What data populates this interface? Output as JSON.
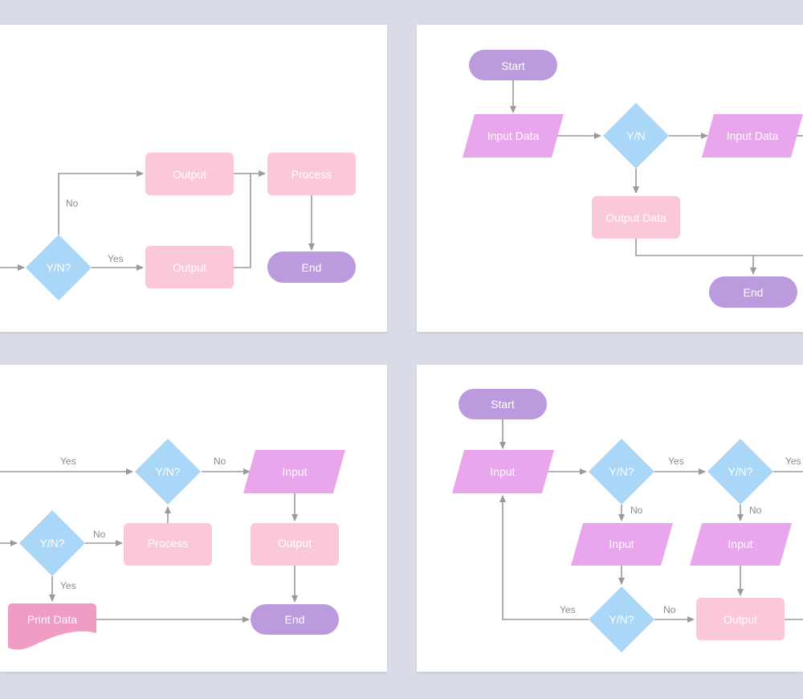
{
  "colors": {
    "background": "#d9dbe6",
    "panel": "#ffffff",
    "terminal": "#bb9ade",
    "process": "#fac8d8",
    "decision": "#aad6f8",
    "io": "#eaa6ec",
    "document": "#f09cc4",
    "connector": "#9a9a9a"
  },
  "panel1": {
    "decision": "Y/N?",
    "edge_no": "No",
    "edge_yes": "Yes",
    "output_top": "Output",
    "output_bottom": "Output",
    "process": "Process",
    "end": "End"
  },
  "panel2": {
    "start": "Start",
    "input_left": "Input Data",
    "decision": "Y/N",
    "input_right": "Input Data",
    "output_data": "Output Data",
    "end": "End"
  },
  "panel3": {
    "edge_yes_top": "Yes",
    "decision_top": "Y/N?",
    "edge_no_top": "No",
    "input": "Input",
    "decision_left": "Y/N?",
    "edge_no_mid": "No",
    "process": "Process",
    "output": "Output",
    "edge_yes_down": "Yes",
    "print_data": "Print Data",
    "end": "End"
  },
  "panel4": {
    "start": "Start",
    "input_left": "Input",
    "decision_1": "Y/N?",
    "edge_yes_1": "Yes",
    "decision_2": "Y/N?",
    "edge_yes_2": "Yes",
    "edge_no_1": "No",
    "edge_no_2": "No",
    "input_mid": "Input",
    "input_right": "Input",
    "edge_yes_loop": "Yes",
    "decision_3": "Y/N?",
    "edge_no_3": "No",
    "output": "Output"
  }
}
